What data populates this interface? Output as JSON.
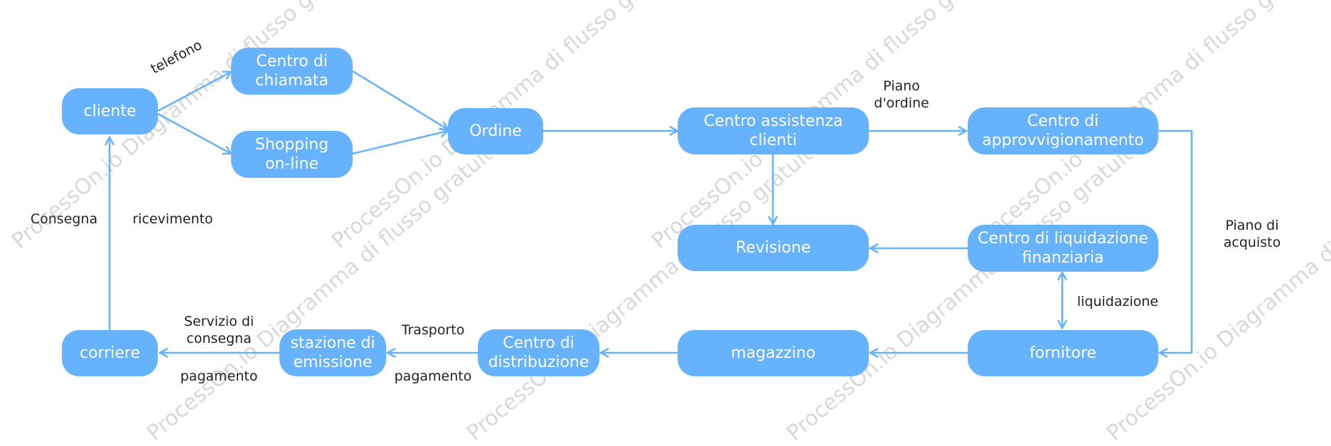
{
  "colors": {
    "node_fill": "#66b2fc",
    "edge": "#66b2fc",
    "label_text": "#222222",
    "watermark": "#cfcfcf"
  },
  "nodes": {
    "cliente": "cliente",
    "centro_chiamata": "Centro di\nchiamata",
    "shopping_online": "Shopping\non-line",
    "ordine": "Ordine",
    "centro_assistenza": "Centro assistenza\nclienti",
    "centro_approvvigionamento": "Centro di\napprovvigionamento",
    "revisione": "Revisione",
    "centro_liquidazione": "Centro di liquidazione\nfinanziaria",
    "corriere": "corriere",
    "stazione_emissione": "stazione di\nemissione",
    "centro_distribuzione": "Centro di\ndistribuzione",
    "magazzino": "magazzino",
    "fornitore": "fornitore"
  },
  "edge_labels": {
    "telefono": "telefono",
    "piano_ordine": "Piano\nd'ordine",
    "piano_acquisto": "Piano di\nacquisto",
    "liquidazione": "liquidazione",
    "consegna": "Consegna",
    "ricevimento": "ricevimento",
    "servizio_consegna": "Servizio di\nconsegna",
    "pagamento_1": "pagamento",
    "trasporto": "Trasporto",
    "pagamento_2": "pagamento"
  },
  "watermark": "ProcessOn.io Diagramma di flusso gratuito"
}
